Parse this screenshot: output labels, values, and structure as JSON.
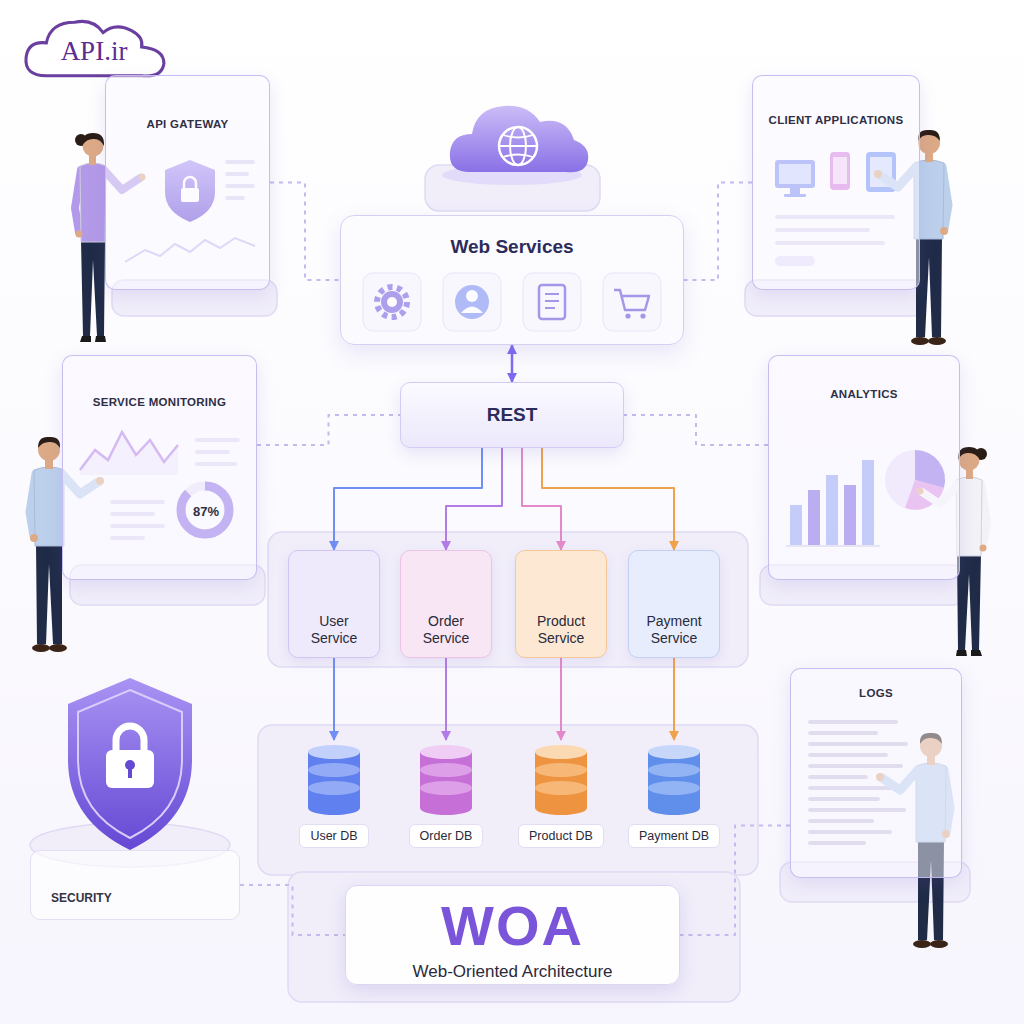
{
  "diagram": {
    "nodes": [
      {
        "text": [
          "API.ir"
        ]
      },
      {
        "text": [
          "API GATEWAY"
        ]
      },
      {
        "text": [
          "Web Services"
        ]
      },
      {
        "text": [
          "CLIENT APPLICATIONS"
        ]
      },
      {
        "text": [
          "REST"
        ]
      },
      {
        "text": [
          "SERVICE MONITORING",
          "87%"
        ]
      },
      {
        "text": [
          "ANALYTICS"
        ]
      },
      {
        "text": [
          "User Service"
        ]
      },
      {
        "text": [
          "Order Service"
        ]
      },
      {
        "text": [
          "Product Service"
        ]
      },
      {
        "text": [
          "Payment Service"
        ]
      },
      {
        "text": [
          "User DB"
        ]
      },
      {
        "text": [
          "Order DB"
        ]
      },
      {
        "text": [
          "Product DB"
        ]
      },
      {
        "text": [
          "Payment DB"
        ]
      },
      {
        "text": [
          "SECURITY"
        ]
      },
      {
        "text": [
          "LOGS"
        ]
      },
      {
        "text": [
          "WOA",
          "Web-Oriented Architecture"
        ]
      }
    ],
    "edges": [
      {
        "from": 2,
        "to": 4,
        "arrow": "both"
      },
      {
        "from": 4,
        "to": 7,
        "arrow": "to"
      },
      {
        "from": 4,
        "to": 8,
        "arrow": "to"
      },
      {
        "from": 4,
        "to": 9,
        "arrow": "to"
      },
      {
        "from": 4,
        "to": 10,
        "arrow": "to"
      },
      {
        "from": 7,
        "to": 11,
        "arrow": "to"
      },
      {
        "from": 8,
        "to": 12,
        "arrow": "to"
      },
      {
        "from": 9,
        "to": 13,
        "arrow": "to"
      },
      {
        "from": 10,
        "to": 14,
        "arrow": "to"
      },
      {
        "from": 1,
        "to": 2,
        "arrow": "none"
      },
      {
        "from": 3,
        "to": 2,
        "arrow": "none"
      },
      {
        "from": 5,
        "to": 4,
        "arrow": "none"
      },
      {
        "from": 6,
        "to": 4,
        "arrow": "none"
      },
      {
        "from": 15,
        "to": 17,
        "arrow": "none"
      },
      {
        "from": 16,
        "to": 17,
        "arrow": "none"
      }
    ]
  }
}
